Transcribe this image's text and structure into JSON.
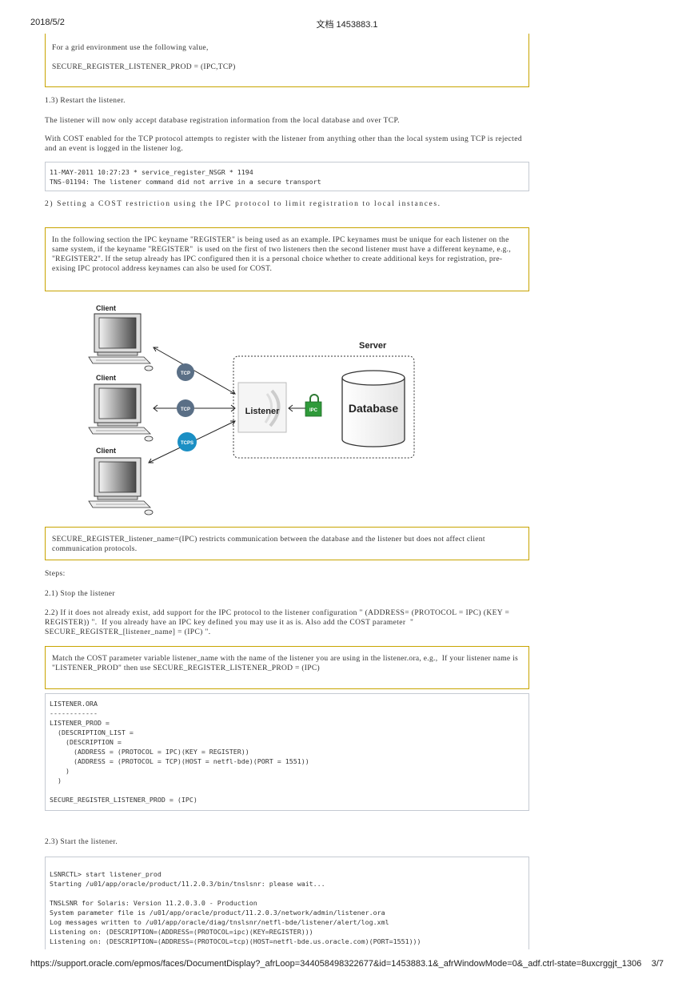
{
  "header": {
    "date": "2018/5/2",
    "title": "文档 1453883.1"
  },
  "footer": {
    "url": "https://support.oracle.com/epmos/faces/DocumentDisplay?_afrLoop=344058498322677&id=1453883.1&_afrWindowMode=0&_adf.ctrl-state=8uxcrggjt_1306",
    "page": "3/7"
  },
  "blocks": {
    "note_grid": "For a grid environment use the following value,\n\nSECURE_REGISTER_LISTENER_PROD = (IPC,TCP)",
    "step13": "1.3) Restart the listener.",
    "p_listener_accept": "The listener will now only accept database registration information from the local database and over TCP.",
    "p_cost_tcp": "With COST enabled for the TCP protocol attempts to register with the listener from anything other than the local system using TCP is rejected and an event is logged in the listener log.",
    "code_log": "11-MAY-2011 10:27:23 * service_register_NSGR * 1194\nTNS-01194: The listener command did not arrive in a secure transport",
    "step2": "2) Setting a COST restriction using the IPC protocol to limit registration to local instances.",
    "note_ipc": "In the following section the IPC keyname \"REGISTER\" is being used as an example. IPC keynames must be unique for each listener on the same system, if the keyname \"REGISTER\"  is used on the first of two listeners then the second listener must have a different keyname, e.g., \"REGISTER2\". If the setup already has IPC configured then it is a personal choice whether to create additional keys for registration, pre-exising IPC protocol address keynames can also be used for COST.",
    "note_secure": "SECURE_REGISTER_listener_name=(IPC) restricts communication between the database and the listener but does not affect client communication protocols.",
    "steps": "Steps:",
    "step21": "2.1) Stop the listener",
    "step22": "2.2) If it does not already exist, add support for the IPC protocol to the listener configuration \" (ADDRESS= (PROTOCOL = IPC) (KEY = REGISTER)) \".  If you already have an IPC key defined you may use it as is. Also add the COST parameter  \" SECURE_REGISTER_[listener_name] = (IPC) \".",
    "note_match": "Match the COST parameter variable listener_name with the name of the listener you are using in the listener.ora, e.g.,  If your listener name is \"LISTENER_PROD\" then use SECURE_REGISTER_LISTENER_PROD = (IPC)",
    "code_ora": "LISTENER.ORA\n------------\nLISTENER_PROD =\n  (DESCRIPTION_LIST =\n    (DESCRIPTION =\n      (ADDRESS = (PROTOCOL = IPC)(KEY = REGISTER))\n      (ADDRESS = (PROTOCOL = TCP)(HOST = netfl-bde)(PORT = 1551))\n    )\n  )\n\nSECURE_REGISTER_LISTENER_PROD = (IPC)",
    "step23": "2.3) Start the listener.",
    "code_start": "LSNRCTL> start listener_prod\nStarting /u01/app/oracle/product/11.2.0.3/bin/tnslsnr: please wait...\n\nTNSLSNR for Solaris: Version 11.2.0.3.0 - Production\nSystem parameter file is /u01/app/oracle/product/11.2.0.3/network/admin/listener.ora\nLog messages written to /u01/app/oracle/diag/tnslsnr/netfl-bde/listener/alert/log.xml\nListening on: (DESCRIPTION=(ADDRESS=(PROTOCOL=ipc)(KEY=REGISTER)))\nListening on: (DESCRIPTION=(ADDRESS=(PROTOCOL=tcp)(HOST=netfl-bde.us.oracle.com)(PORT=1551)))"
  },
  "diagram": {
    "client_labels": [
      "Client",
      "Client",
      "Client"
    ],
    "protocol_badges": [
      "TCP",
      "TCP",
      "TCPS"
    ],
    "server_label": "Server",
    "listener_label": "Listener",
    "ipc_label": "IPC",
    "database_label": "Database",
    "colors": {
      "tcp_badge": "#5a6f86",
      "tcps_badge": "#1b8fc4",
      "ipc_box": "#2f9a3a",
      "note_border": "#c8a400"
    }
  }
}
